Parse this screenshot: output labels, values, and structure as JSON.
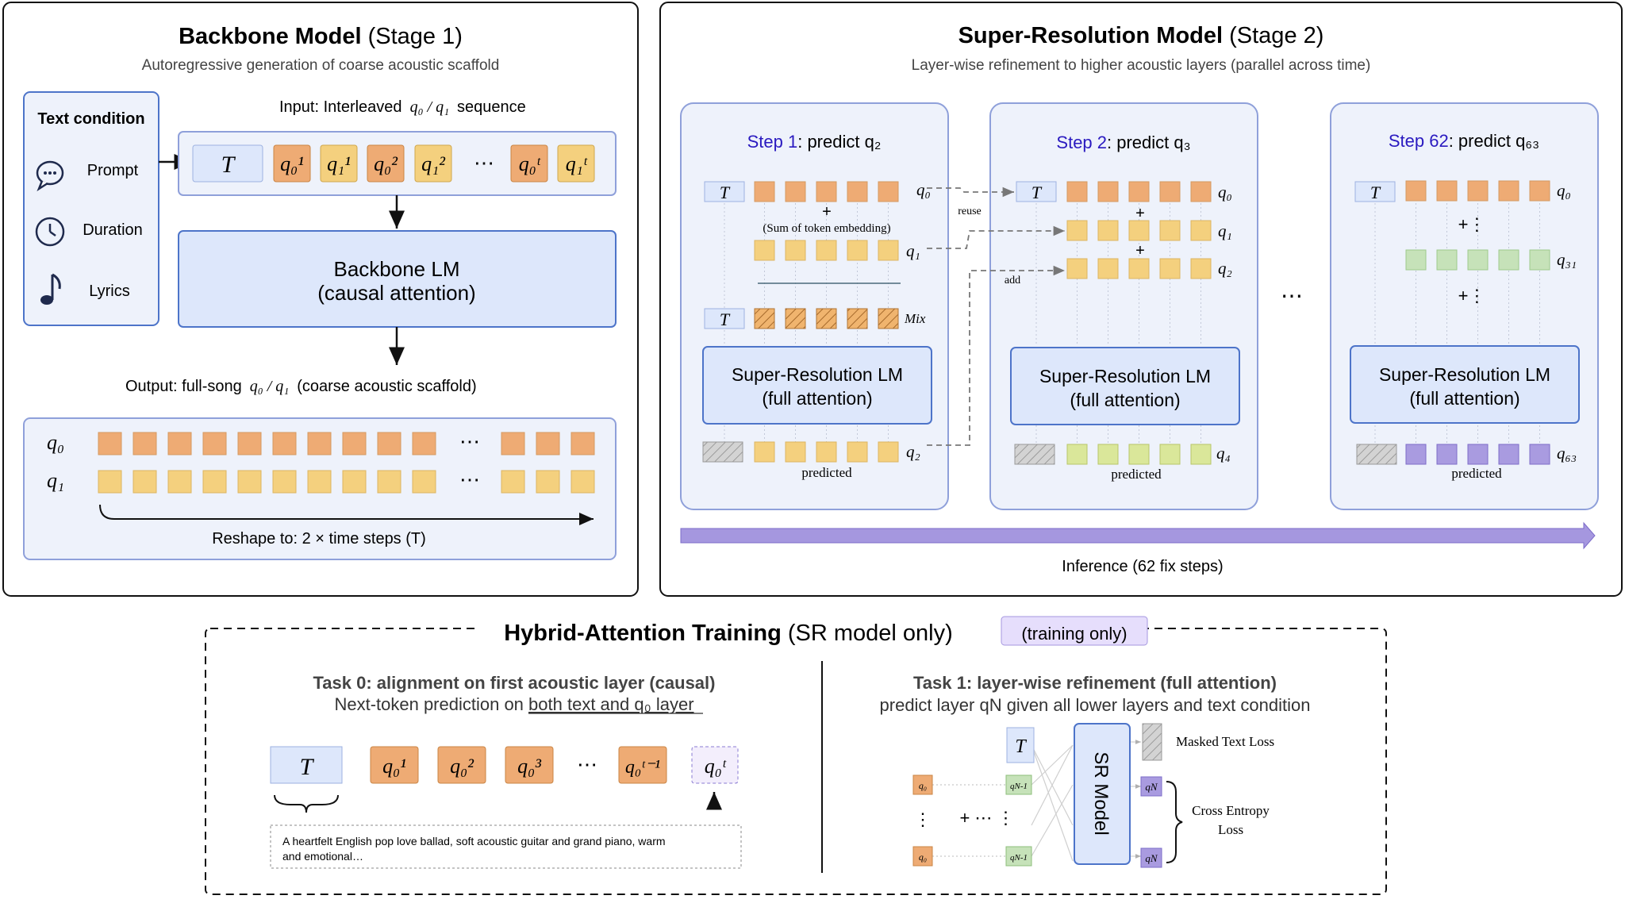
{
  "colors": {
    "orange": "#eeab74",
    "yellow": "#f4d07e",
    "green": "#c6e2b9",
    "lime": "#dae79a",
    "purple": "#a99be0",
    "gray": "#c9c9c9",
    "panel_fill": "#eef2fb",
    "panel_stroke": "#8fa0da",
    "lm_fill": "#dde7fb",
    "lm_stroke": "#4d74c9",
    "step_label": "#2a1ac0",
    "arrow_bar": "#a597df"
  },
  "stage1": {
    "title_bold": "Backbone Model",
    "title_rest": "(Stage 1)",
    "subtitle": "Autoregressive generation of coarse acoustic scaffold",
    "condition_title": "Text condition",
    "conditions": [
      {
        "icon": "speech-bubble-icon",
        "label": "Prompt"
      },
      {
        "icon": "clock-icon",
        "label": "Duration"
      },
      {
        "icon": "music-note-icon",
        "label": "Lyrics"
      }
    ],
    "input_label": "Input: Interleaved",
    "input_seq": "q₀ / q₁",
    "input_tail": "sequence",
    "sequence_tokens": [
      "T",
      "q₀¹",
      "q₁¹",
      "q₀²",
      "q₁²",
      "⋯",
      "q₀ᵗ",
      "q₁ᵗ"
    ],
    "lm_line1": "Backbone LM",
    "lm_line2": "(causal attention)",
    "output_label": "Output: full-song",
    "output_seq": "q₀ / q₁",
    "output_tail": "(coarse acoustic scaffold)",
    "row_labels": [
      "q₀",
      "q₁"
    ],
    "ellipsis": "⋯",
    "reshape": "Reshape to: 2 × time steps (T)"
  },
  "stage2": {
    "title_bold": "Super-Resolution Model",
    "title_rest": "(Stage 2)",
    "subtitle": "Layer-wise refinement to higher acoustic layers (parallel across time)",
    "steps": [
      {
        "step": "Step 1",
        "predict": ": predict q₂"
      },
      {
        "step": "Step 2",
        "predict": ": predict q₃"
      },
      {
        "step": "Step 62",
        "predict": ": predict q₆₃"
      }
    ],
    "token_T": "T",
    "row_q0": "q₀",
    "row_q1": "q₁",
    "row_q2": "q₂",
    "row_q31": "q₃₁",
    "row_q4": "q₄",
    "row_q63": "q₆₃",
    "plus": "+",
    "plus_dots": "+⋮",
    "sum_note": "(Sum of token embedding)",
    "mix": "Mix",
    "sr_line1": "Super-Resolution LM",
    "sr_line2": "(full attention)",
    "predicted": "predicted",
    "reuse": "reuse",
    "add": "add",
    "between_ellipsis": "⋯",
    "inference": "Inference (62 fix steps)"
  },
  "training": {
    "title_bold": "Hybrid-Attention Training",
    "title_rest": "(SR model only)",
    "badge": "(training only)",
    "task0_title": "Task 0: alignment on first acoustic layer (causal)",
    "task0_sub_pre": "Next-token prediction on",
    "task0_sub_underline": "both text and q₀ layer",
    "task0_tokens": [
      "T",
      "q₀¹",
      "q₀²",
      "q₀³",
      "⋯",
      "q₀ᵗ⁻¹",
      "q₀ᵗ"
    ],
    "prompt_text_1": "A heartfelt English pop love ballad, soft acoustic guitar and grand piano, warm",
    "prompt_text_2": "and emotional…",
    "task1_title": "Task 1: layer-wise refinement (full attention)",
    "task1_sub": "predict layer qN given all lower layers and text condition",
    "task1_T": "T",
    "task1_q0": "q₀",
    "task1_qn1": "qN-1",
    "task1_qn": "qN",
    "task1_plus": "+ ⋯ ⋮",
    "sr_model": "SR Model",
    "masked_loss": "Masked Text Loss",
    "ce_line1": "Cross Entropy",
    "ce_line2": "Loss"
  }
}
